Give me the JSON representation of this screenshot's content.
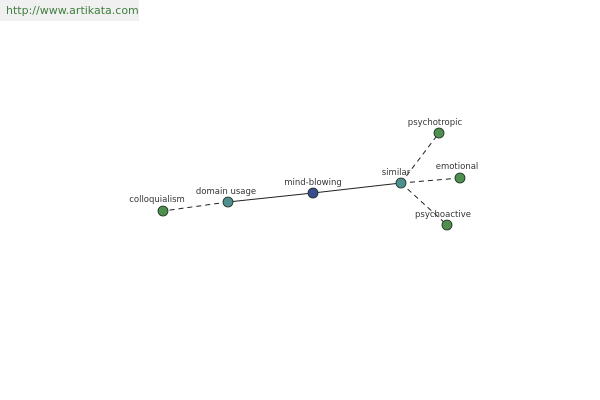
{
  "banner": {
    "url_text": "http://www.artikata.com"
  },
  "colors": {
    "banner_text": "#3f7f3f",
    "banner_bg": "#f0f0f0",
    "center_node": "#3b4b8f",
    "relation_node": "#4f8f8f",
    "leaf_node": "#4f8f4f",
    "edge": "#222222"
  },
  "graph": {
    "nodes": [
      {
        "id": "mind-blowing",
        "label": "mind-blowing",
        "kind": "center"
      },
      {
        "id": "domain-usage",
        "label": "domain usage",
        "kind": "relation"
      },
      {
        "id": "colloquialism",
        "label": "colloquialism",
        "kind": "leaf"
      },
      {
        "id": "similar",
        "label": "similar",
        "kind": "relation"
      },
      {
        "id": "psychotropic",
        "label": "psychotropic",
        "kind": "leaf"
      },
      {
        "id": "emotional",
        "label": "emotional",
        "kind": "leaf"
      },
      {
        "id": "psychoactive",
        "label": "psychoactive",
        "kind": "leaf"
      }
    ],
    "edges": [
      {
        "from": "mind-blowing",
        "to": "domain-usage",
        "style": "solid"
      },
      {
        "from": "mind-blowing",
        "to": "similar",
        "style": "solid"
      },
      {
        "from": "domain-usage",
        "to": "colloquialism",
        "style": "dashed"
      },
      {
        "from": "similar",
        "to": "psychotropic",
        "style": "dashed"
      },
      {
        "from": "similar",
        "to": "emotional",
        "style": "dashed"
      },
      {
        "from": "similar",
        "to": "psychoactive",
        "style": "dashed"
      }
    ]
  }
}
